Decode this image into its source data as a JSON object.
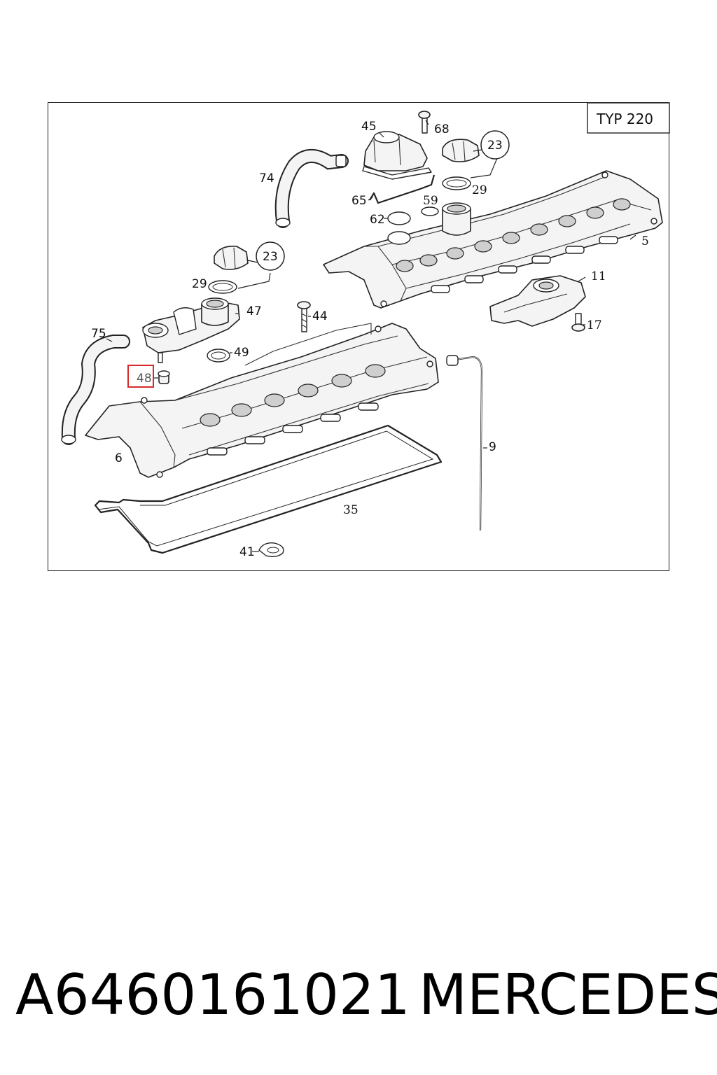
{
  "diagram": {
    "type_label": "TYP 220",
    "callouts": {
      "c45": "45",
      "c68": "68",
      "c23a": "23",
      "c74": "74",
      "c29a": "29",
      "c65": "65",
      "c59": "59",
      "c62": "62",
      "c5": "5",
      "c23b": "23",
      "c29b": "29",
      "c47": "47",
      "c44": "44",
      "c11": "11",
      "c17": "17",
      "c75": "75",
      "c49": "49",
      "c48": "48",
      "c6": "6",
      "c9": "9",
      "c35": "35",
      "c41": "41"
    },
    "highlighted_callout": "48",
    "highlight_color": "#d62b2b"
  },
  "footer": {
    "part_number": "A6460161021",
    "brand": "MERCEDES"
  }
}
